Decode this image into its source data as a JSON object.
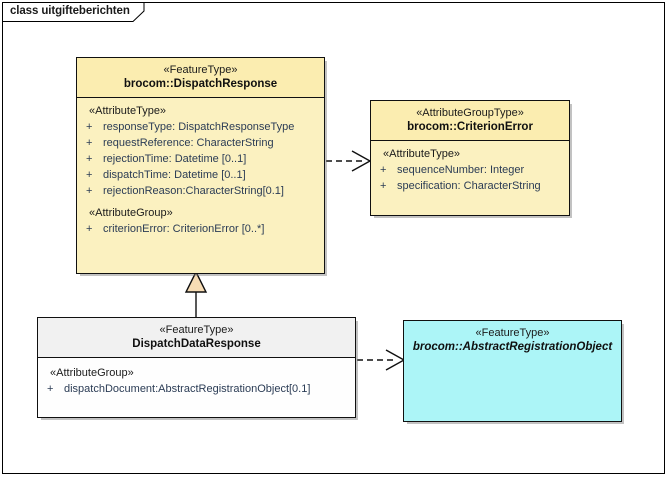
{
  "diagram": {
    "frame_title": "class uitgifteberichten",
    "colors": {
      "class_fill_yellow": "#fbf1c0",
      "class_fill_cyan": "#acf5f7",
      "class_fill_white": "#fefefe",
      "class_header_gray": "#f1f1f1",
      "border": "#101010",
      "attribute_text": "#2b3c55",
      "generalization_fill": "#f7dcb4"
    }
  },
  "classes": {
    "dispatch_response": {
      "stereotype": "«FeatureType»",
      "name": "brocom::DispatchResponse",
      "groups": [
        {
          "label": "«AttributeType»",
          "attributes": [
            {
              "visibility": "+",
              "text": "responseType: DispatchResponseType"
            },
            {
              "visibility": "+",
              "text": "requestReference: CharacterString"
            },
            {
              "visibility": "+",
              "text": "rejectionTime: Datetime [0..1]"
            },
            {
              "visibility": "+",
              "text": "dispatchTime: Datetime [0..1]"
            },
            {
              "visibility": "+",
              "text": "rejectionReason:CharacterString[0.1]"
            }
          ]
        },
        {
          "label": "«AttributeGroup»",
          "attributes": [
            {
              "visibility": "+",
              "text": "criterionError: CriterionError [0..*]"
            }
          ]
        }
      ]
    },
    "criterion_error": {
      "stereotype": "«AttributeGroupType»",
      "name": "brocom::CriterionError",
      "groups": [
        {
          "label": "«AttributeType»",
          "attributes": [
            {
              "visibility": "+",
              "text": "sequenceNumber: Integer"
            },
            {
              "visibility": "+",
              "text": "specification: CharacterString"
            }
          ]
        }
      ]
    },
    "dispatch_data_response": {
      "stereotype": "«FeatureType»",
      "name": "DispatchDataResponse",
      "groups": [
        {
          "label": "«AttributeGroup»",
          "attributes": [
            {
              "visibility": "+",
              "text": "dispatchDocument:AbstractRegistrationObject[0.1]"
            }
          ]
        }
      ]
    },
    "abstract_registration_object": {
      "stereotype": "«FeatureType»",
      "name": "brocom::AbstractRegistrationObject"
    }
  },
  "connectors": [
    {
      "name": "dependency-dispatchresponse-to-criterionerror",
      "type": "dependency",
      "from": "dispatch_response",
      "to": "criterion_error"
    },
    {
      "name": "generalization-dispatchdataresponse-to-dispatchresponse",
      "type": "generalization",
      "from": "dispatch_data_response",
      "to": "dispatch_response"
    },
    {
      "name": "dependency-dispatchdataresponse-to-abstractregistrationobject",
      "type": "dependency",
      "from": "dispatch_data_response",
      "to": "abstract_registration_object"
    }
  ]
}
